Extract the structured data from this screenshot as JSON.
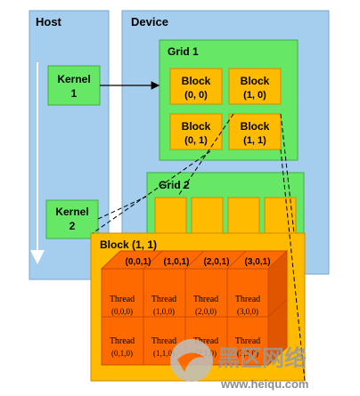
{
  "host": {
    "label": "Host",
    "kernels": [
      {
        "line1": "Kernel",
        "line2": "1"
      },
      {
        "line1": "Kernel",
        "line2": "2"
      }
    ]
  },
  "device": {
    "label": "Device",
    "grid1": {
      "label": "Grid 1",
      "blocks": [
        {
          "line1": "Block",
          "line2": "(0, 0)"
        },
        {
          "line1": "Block",
          "line2": "(1, 0)"
        },
        {
          "line1": "Block",
          "line2": "(0, 1)"
        },
        {
          "line1": "Block",
          "line2": "(1, 1)"
        }
      ]
    },
    "grid2": {
      "label": "Grid 2"
    }
  },
  "block_detail": {
    "label": "Block (1, 1)",
    "z_labels": [
      "(0,0,1)",
      "(1,0,1)",
      "(2,0,1)",
      "(3,0,1)"
    ],
    "threads": [
      {
        "word": "Thread",
        "coord": "(0,0,0)"
      },
      {
        "word": "Thread",
        "coord": "(1,0,0)"
      },
      {
        "word": "Thread",
        "coord": "(2,0,0)"
      },
      {
        "word": "Thread",
        "coord": "(3,0,0)"
      },
      {
        "word": "Thread",
        "coord": "(0,1,0)"
      },
      {
        "word": "Thread",
        "coord": "(1,1,0)"
      },
      {
        "word": "Thread",
        "coord": "(2,1,0)"
      },
      {
        "word": "Thread",
        "coord": "(3,1,0)"
      }
    ]
  },
  "watermark": {
    "text": "黑区网络",
    "url": "www.heiqu.com"
  },
  "colors": {
    "panel": "#a4cdee",
    "panel_border": "#7aa7cc",
    "green": "#66e866",
    "green_border": "#3fae3f",
    "orange": "#ffbb00",
    "orange_border": "#d08a00",
    "thread": "#ff6a00",
    "thread_dark": "#c84a00",
    "white_gap": "#ffffff"
  }
}
